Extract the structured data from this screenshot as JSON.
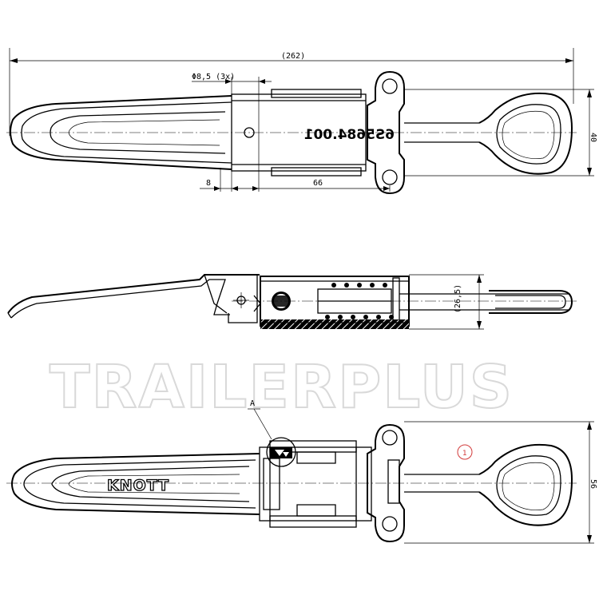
{
  "dimensions": {
    "overall_length": "(262)",
    "hole_diameter": "Φ8,5 (3x)",
    "offset_8": "8",
    "hole_spacing": "66",
    "height_40": "40",
    "side_height": "(26,5)",
    "height_56": "56"
  },
  "part_number": "6S5684.001",
  "brand_label": "KNOTT",
  "detail_label": "A",
  "balloon_number": "1",
  "watermark": "TRAILERPLUS",
  "colors": {
    "line": "#000000",
    "balloon": "#d23a3a",
    "watermark": "#d9d9d9"
  }
}
